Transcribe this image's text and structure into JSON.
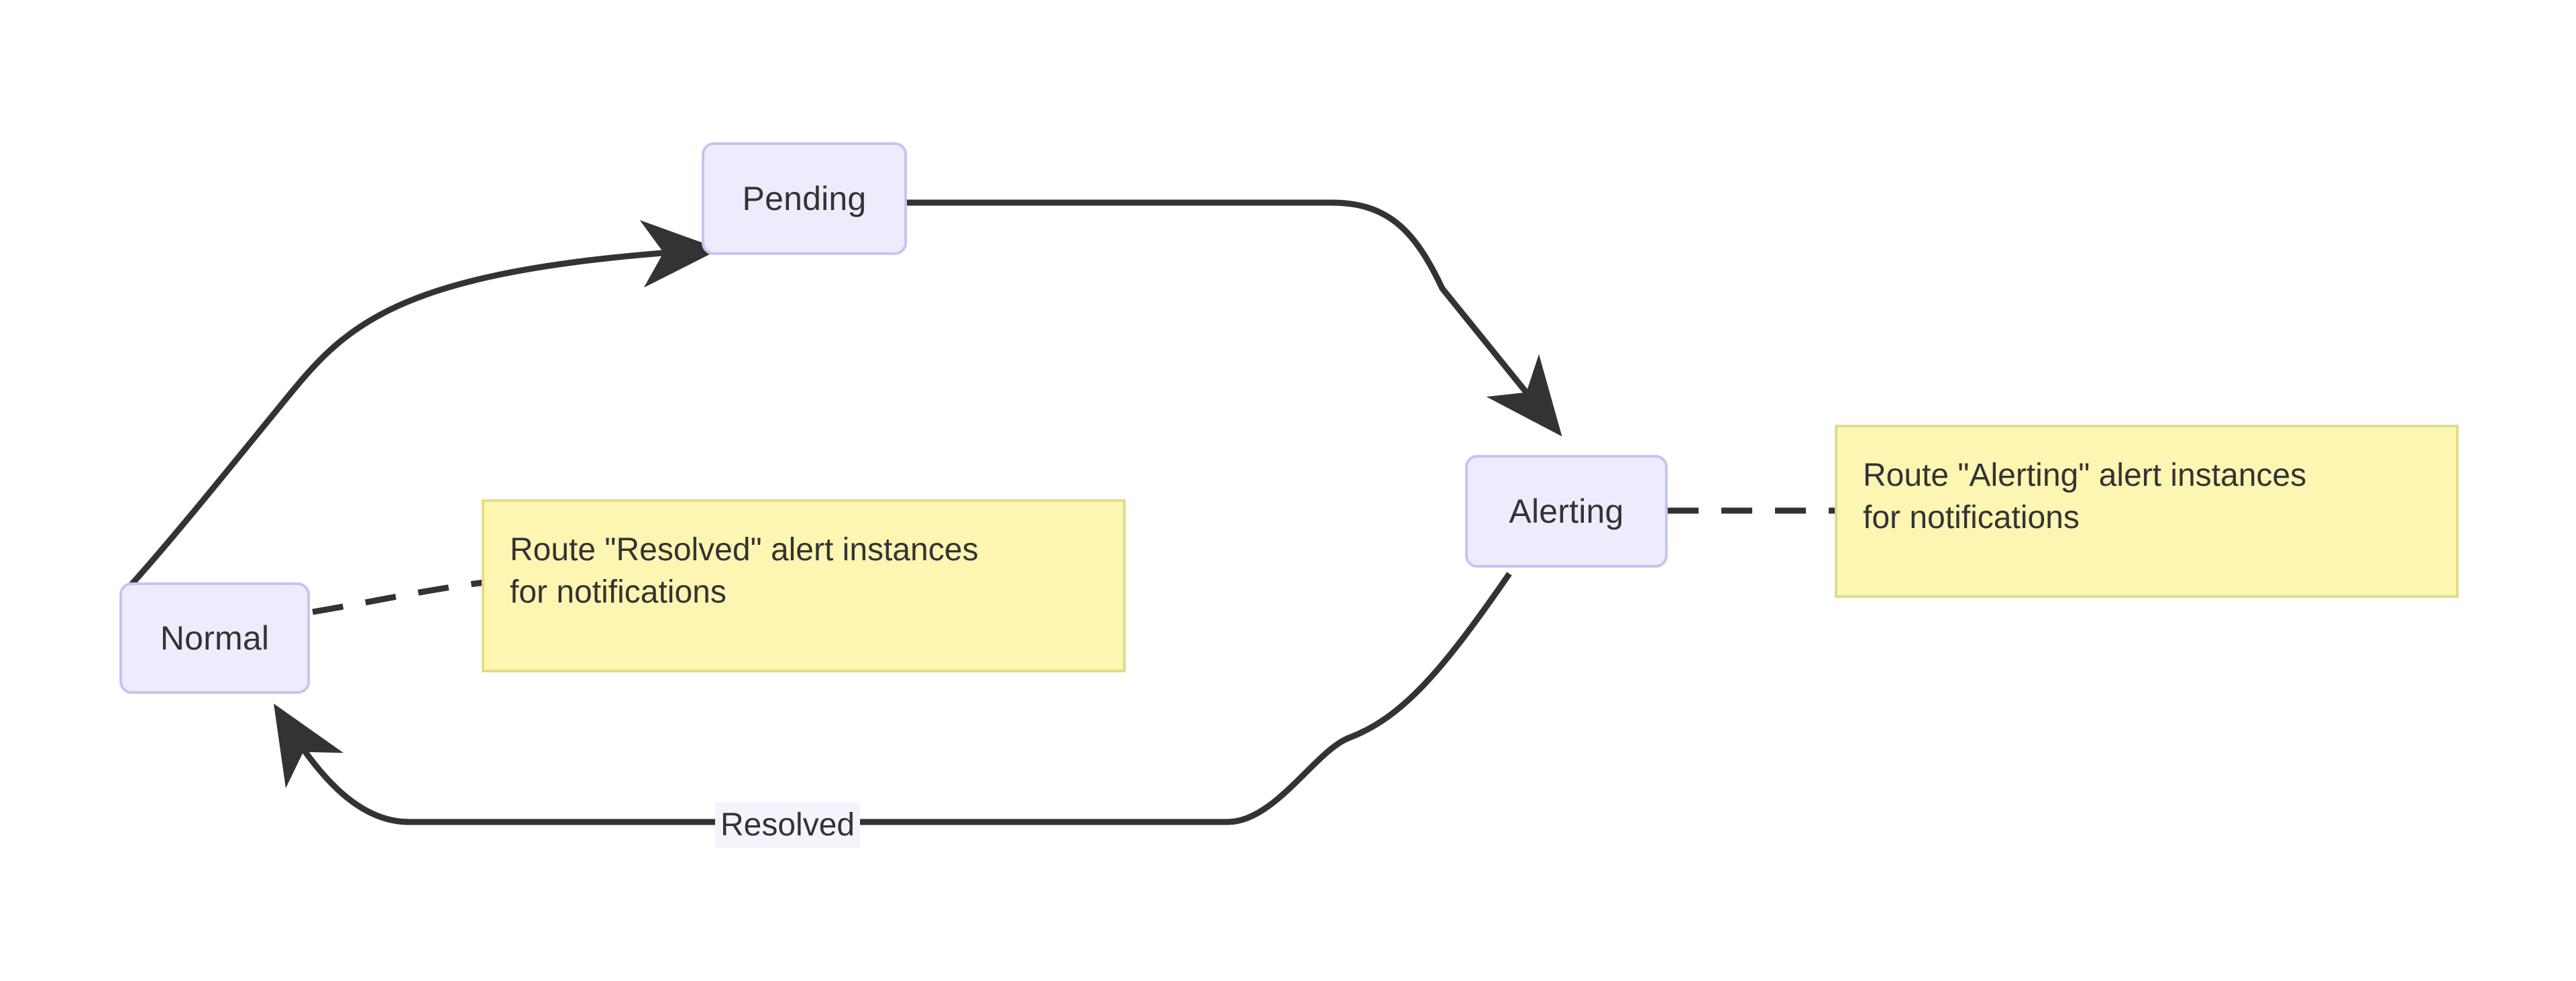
{
  "diagram": {
    "type": "state-diagram",
    "background_color": "#ffffff",
    "node_fill": "#ececfd",
    "node_stroke": "#c5c5f2",
    "note_fill": "#fdf6b2",
    "note_stroke": "#e1dd86",
    "edge_color": "#333333",
    "text_color": "#333333",
    "nodes": [
      {
        "id": "normal",
        "label": "Normal"
      },
      {
        "id": "pending",
        "label": "Pending"
      },
      {
        "id": "alerting",
        "label": "Alerting"
      }
    ],
    "edges": [
      {
        "id": "normal-to-pending",
        "from": "Normal",
        "to": "Pending",
        "label": "",
        "style": "solid",
        "arrow": true
      },
      {
        "id": "pending-to-alerting",
        "from": "Pending",
        "to": "Alerting",
        "label": "",
        "style": "solid",
        "arrow": true
      },
      {
        "id": "alerting-to-normal",
        "from": "Alerting",
        "to": "Normal",
        "label": "Resolved",
        "style": "solid",
        "arrow": true
      },
      {
        "id": "normal-to-note1",
        "from": "Normal",
        "to": "note-resolved",
        "label": "",
        "style": "dashed",
        "arrow": false
      },
      {
        "id": "alerting-to-note2",
        "from": "Alerting",
        "to": "note-alerting",
        "label": "",
        "style": "dashed",
        "arrow": false
      }
    ],
    "edge_labels": {
      "resolved": "Resolved"
    },
    "notes": [
      {
        "id": "note-resolved",
        "attached_to": "Normal",
        "line1": "Route \"Resolved\" alert instances",
        "line2": "for notifications",
        "text": "Route \"Resolved\" alert instances\nfor notifications"
      },
      {
        "id": "note-alerting",
        "attached_to": "Alerting",
        "line1": "Route \"Alerting\" alert instances",
        "line2": "for notifications",
        "text": "Route \"Alerting\" alert instances\nfor notifications"
      }
    ]
  }
}
